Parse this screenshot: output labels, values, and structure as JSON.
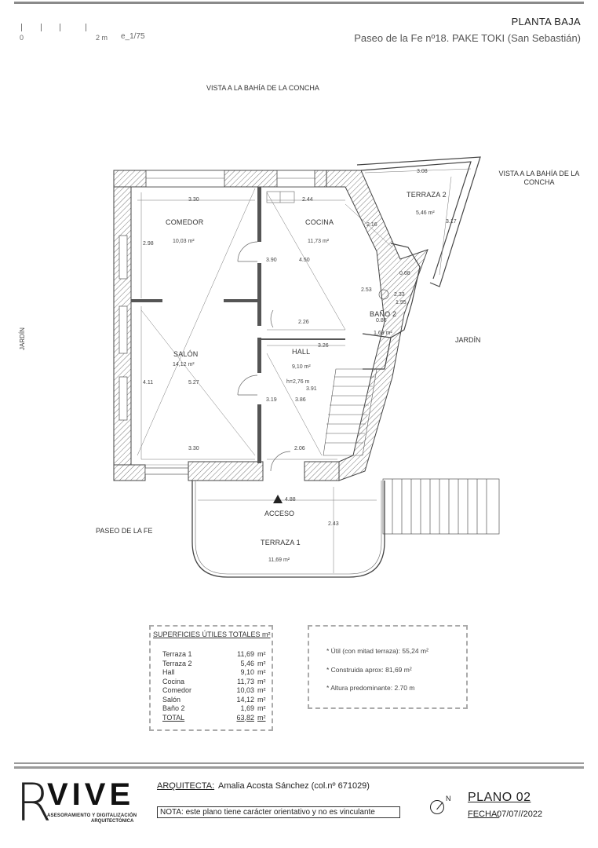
{
  "header": {
    "title": "PLANTA BAJA",
    "address": "Paseo de la Fe nº18. PAKE TOKI  (San Sebastián)",
    "scale_start": "0",
    "scale_end": "2 m",
    "scale_ratio": "e_1/75"
  },
  "plan": {
    "labels": {
      "view_top": "VISTA A LA BAHÍA DE LA CONCHA",
      "view_right": "VISTA A LA BAHÍA DE LA CONCHA",
      "jardin_left": "JARDÍN",
      "jardin_right": "JARDÍN",
      "paseo": "PASEO DE LA FE",
      "acceso": "ACCESO"
    },
    "rooms": {
      "comedor": {
        "name": "COMEDOR",
        "area": "10,03 m²"
      },
      "cocina": {
        "name": "COCINA",
        "area": "11,73 m²"
      },
      "terraza2": {
        "name": "TERRAZA 2",
        "area": "5,46 m²"
      },
      "salon": {
        "name": "SALÓN",
        "area": "14,12 m²"
      },
      "hall": {
        "name": "HALL",
        "area": "9,10 m²",
        "height": "h=2,76 m"
      },
      "bano2": {
        "name": "BAÑO 2",
        "area": "1,69 m²"
      },
      "terraza1": {
        "name": "TERRAZA 1",
        "area": "11,69 m²"
      }
    },
    "dimensions": {
      "d330_top": "3.30",
      "d298": "2.98",
      "d244": "2.44",
      "d216": "2.16",
      "d308": "3.08",
      "d317": "3.17",
      "d390": "3.90",
      "d450": "4.50",
      "d068": "0.68",
      "d233": "2.33",
      "d195": "1.95",
      "d253": "2.53",
      "d226": "2.26",
      "d086": "0.86",
      "d326": "3.26",
      "d411": "4.11",
      "d527": "5.27",
      "d391": "3.91",
      "d319": "3.19",
      "d386": "3.86",
      "d330_bottom": "3.30",
      "d206": "2.06",
      "d488": "4.88",
      "d243": "2.43"
    }
  },
  "surfaces": {
    "title": "SUPERFICIES ÚTILES TOTALES  m²",
    "rows": [
      {
        "name": "Terraza 1",
        "value": "11,69",
        "unit": "m²"
      },
      {
        "name": "Terraza 2",
        "value": "5,46",
        "unit": "m²"
      },
      {
        "name": "Hall",
        "value": "9,10",
        "unit": "m²"
      },
      {
        "name": "Cocina",
        "value": "11,73",
        "unit": "m²"
      },
      {
        "name": "Comedor",
        "value": "10,03",
        "unit": "m²"
      },
      {
        "name": "Salón",
        "value": "14,12",
        "unit": "m²"
      },
      {
        "name": "Baño 2",
        "value": "1,69",
        "unit": "m²"
      },
      {
        "name": "TOTAL",
        "value": "63,82",
        "unit": "m²"
      }
    ]
  },
  "notes": {
    "util": "* Útil (con mitad terraza):  55,24 m²",
    "construida": "* Construida aprox: 81,69 m²",
    "altura": "* Altura predominante: 2.70 m"
  },
  "footer": {
    "logo_letter": "R",
    "logo_name": "VIVE",
    "logo_sub1": "ASESORAMIENTO Y DIGITALIZACIÓN",
    "logo_sub2": "ARQUITECTÓNICA",
    "architect_label": "ARQUITECTA:",
    "architect_name": "Amalia Acosta Sánchez (col.nº 671029)",
    "disclaimer": "NOTA: este plano tiene carácter orientativo y no es vinculante",
    "north": "N",
    "plan_number": "PLANO  02",
    "date_label": "FECHA:",
    "date_value": "07/07//2022"
  }
}
